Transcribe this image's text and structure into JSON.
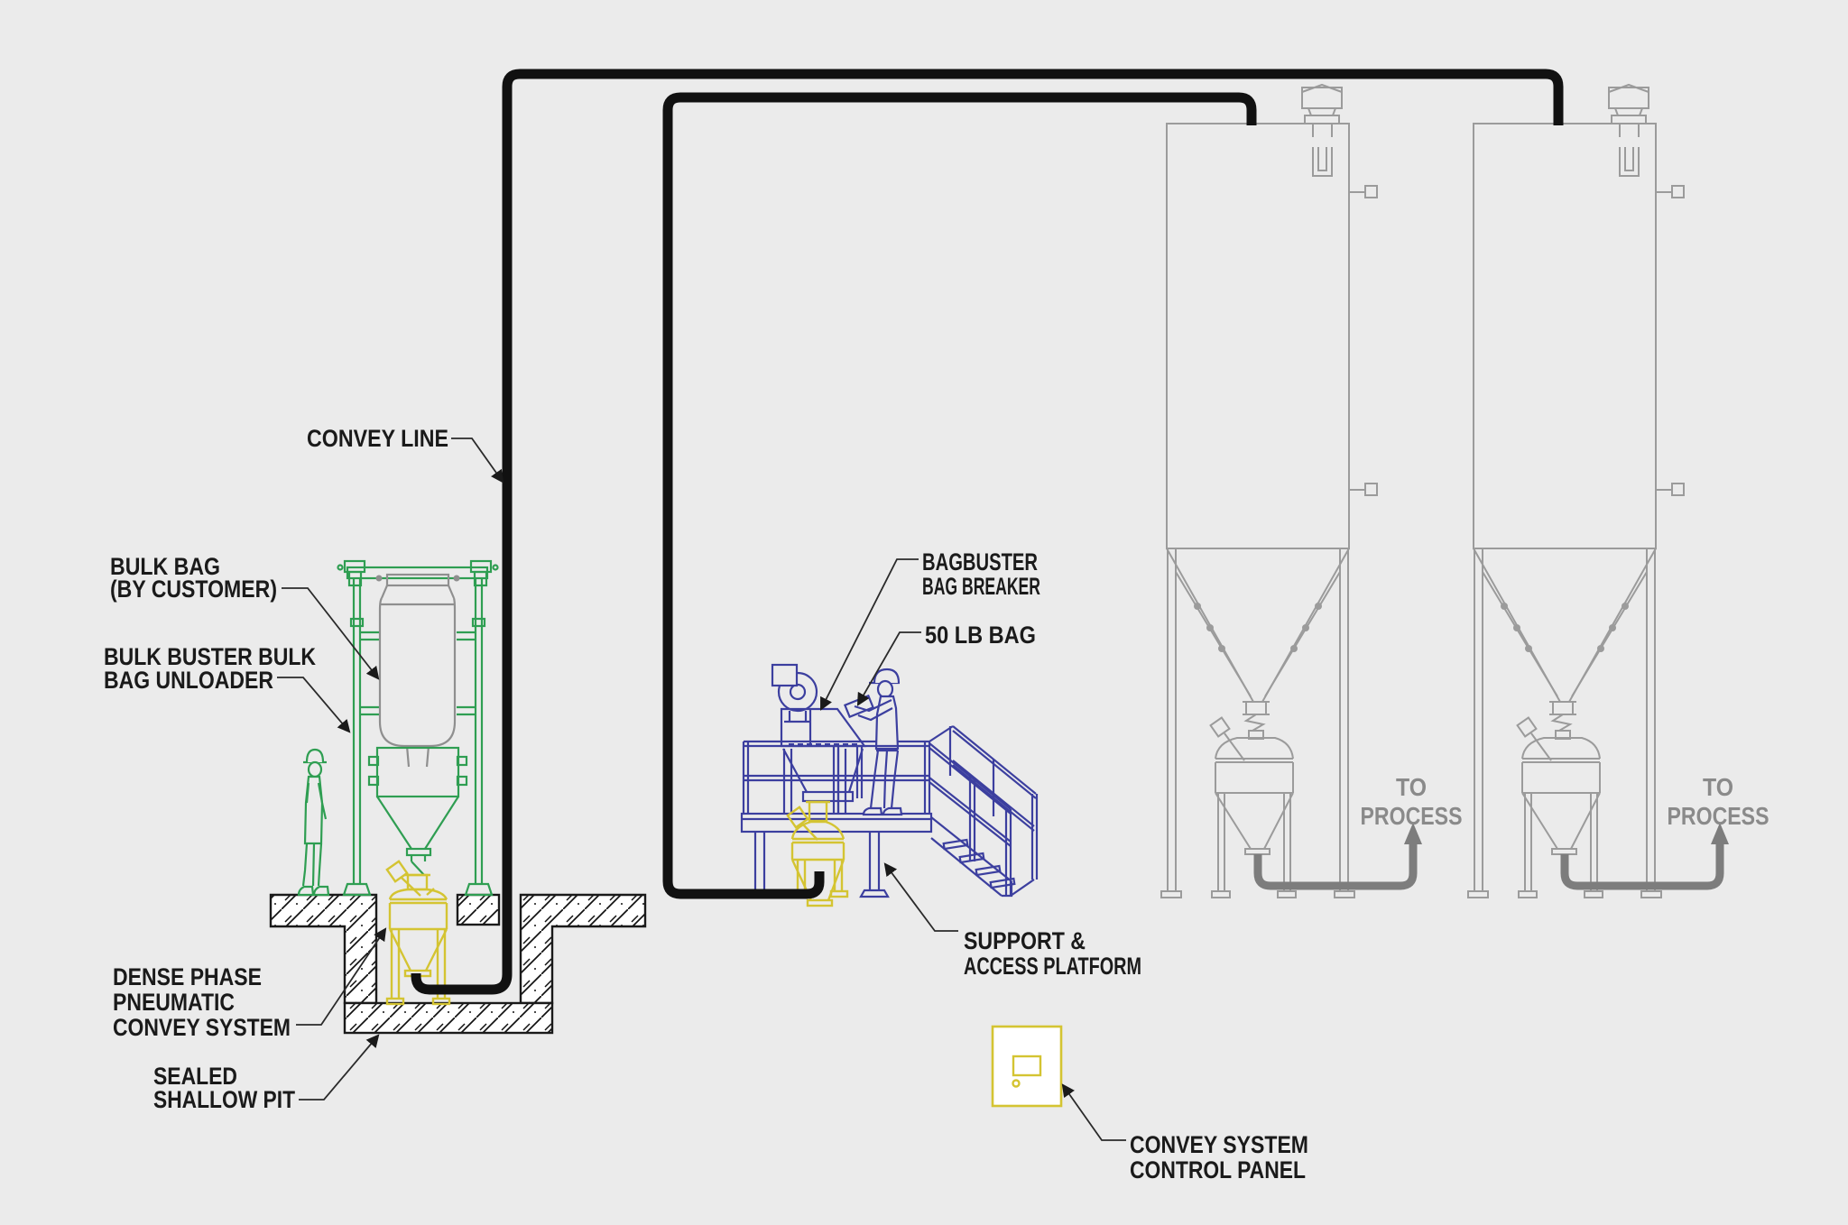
{
  "diagram": {
    "title_implied": "Dense phase pneumatic conveying system diagram",
    "background_color": "#ebebeb",
    "colors": {
      "convey_line_black": "#111111",
      "unloader_green": "#2f9e52",
      "convey_vessel_yellow": "#d4c432",
      "bag_breaker_blue": "#3c3f9f",
      "silo_gray": "#9b9b9b",
      "process_flow_gray": "#7d7d7d",
      "bulk_bag_gray": "#8f8f8f",
      "label_text": "#1a1a1a"
    },
    "labels": {
      "convey_line": "CONVEY LINE",
      "bulk_bag_line1": "BULK BAG",
      "bulk_bag_line2": "(BY CUSTOMER)",
      "bulk_buster_line1": "BULK BUSTER BULK",
      "bulk_buster_line2": "BAG UNLOADER",
      "bagbuster_line1": "BAGBUSTER",
      "bagbuster_line2": "BAG BREAKER",
      "fifty_lb_bag": "50 LB BAG",
      "support_line1": "SUPPORT &",
      "support_line2": "ACCESS PLATFORM",
      "dense_phase_line1": "DENSE PHASE",
      "dense_phase_line2": "PNEUMATIC",
      "dense_phase_line3": "CONVEY SYSTEM",
      "pit_line1": "SEALED",
      "pit_line2": "SHALLOW PIT",
      "control_panel_line1": "CONVEY SYSTEM",
      "control_panel_line2": "CONTROL PANEL",
      "to_process_1_line1": "TO",
      "to_process_1_line2": "PROCESS",
      "to_process_2_line1": "TO",
      "to_process_2_line2": "PROCESS"
    }
  }
}
